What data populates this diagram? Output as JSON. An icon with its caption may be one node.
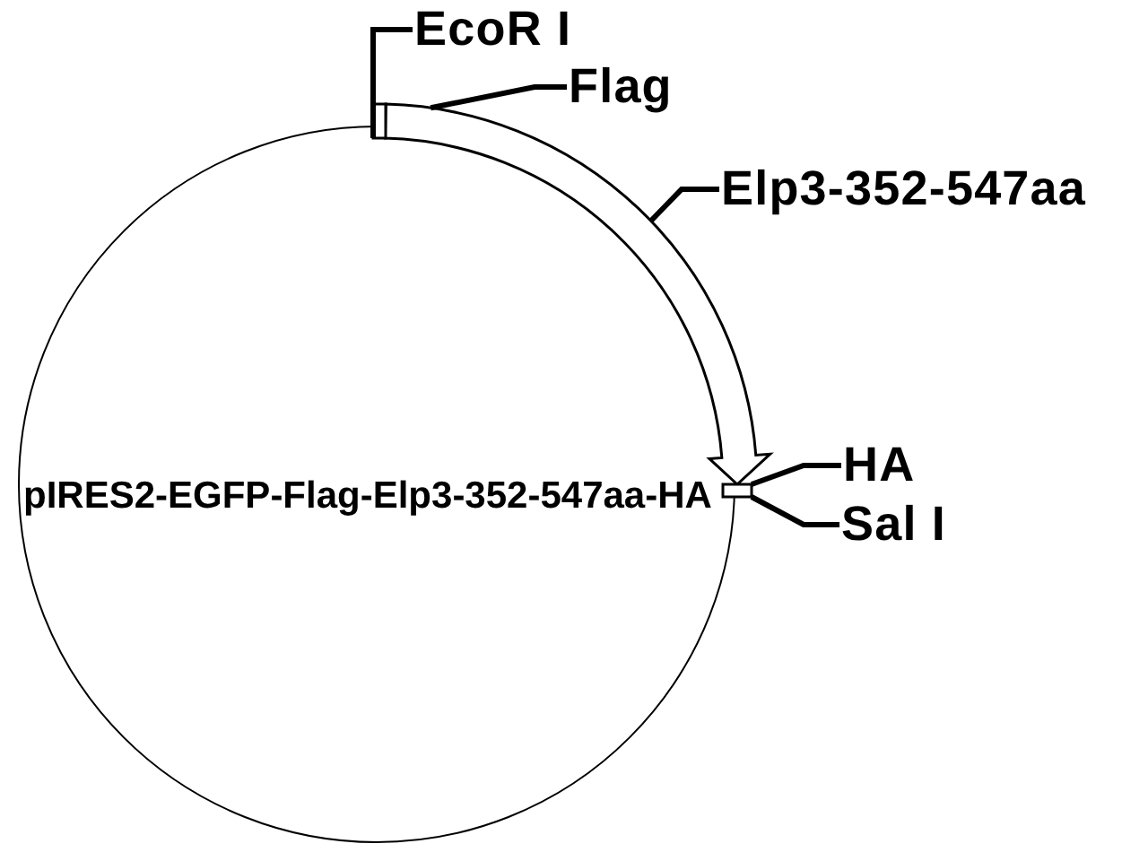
{
  "diagram": {
    "nodes": [
      {
        "text": [
          "pIRES2-EGFP-Flag-Elp3-352-547aa-HA"
        ]
      },
      {
        "text": [
          "EcoR I"
        ]
      },
      {
        "text": [
          "Flag"
        ]
      },
      {
        "text": [],
        "shape": "box"
      },
      {
        "text": [
          "Elp3-352-547aa"
        ]
      },
      {
        "text": [],
        "shape": "arrow"
      },
      {
        "text": [
          "HA"
        ]
      },
      {
        "text": [],
        "shape": "box"
      },
      {
        "text": [
          "Sal I"
        ]
      }
    ],
    "edges": [
      {
        "from": 1,
        "to": 3,
        "arrow": "none"
      },
      {
        "from": 2,
        "to": 5,
        "arrow": "none"
      },
      {
        "from": 4,
        "to": 5,
        "arrow": "none"
      },
      {
        "from": 6,
        "to": 7,
        "arrow": "none"
      },
      {
        "from": 8,
        "to": 7,
        "arrow": "none"
      },
      {
        "from": 3,
        "to": 7,
        "arrow": "to"
      }
    ]
  }
}
